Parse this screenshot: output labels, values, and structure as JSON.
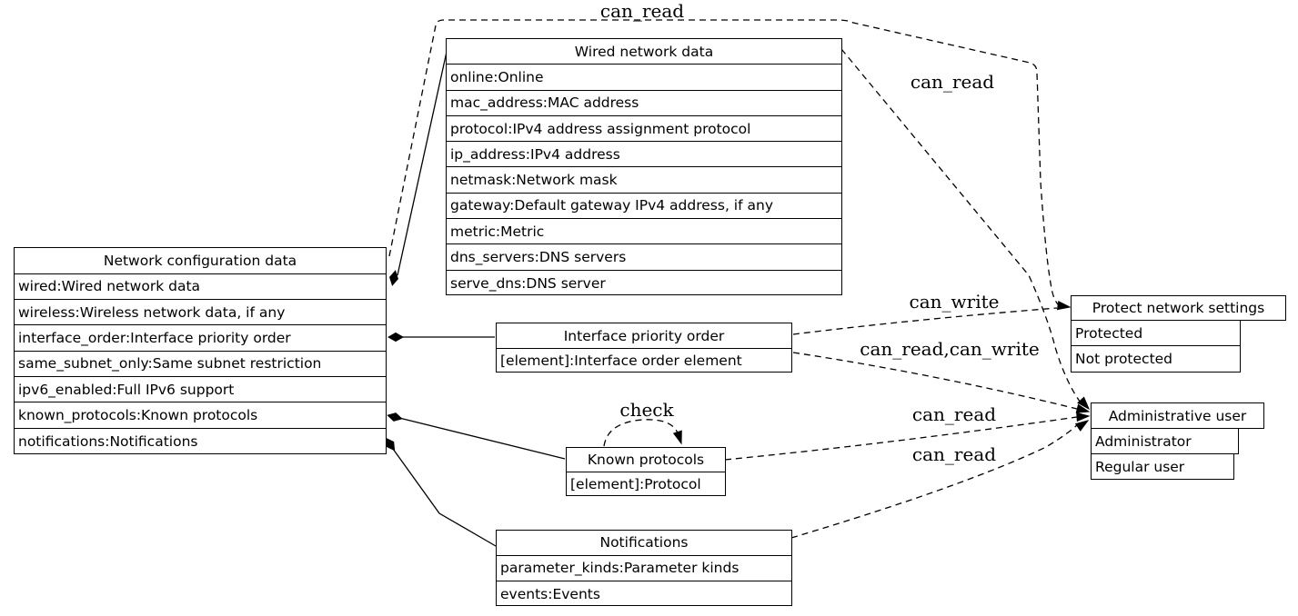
{
  "boxes": {
    "config": {
      "title": "Network configuration data",
      "rows": [
        "wired:Wired network data",
        "wireless:Wireless network data, if any",
        "interface_order:Interface priority order",
        "same_subnet_only:Same subnet restriction",
        "ipv6_enabled:Full IPv6 support",
        "known_protocols:Known protocols",
        "notifications:Notifications"
      ]
    },
    "wired": {
      "title": "Wired network data",
      "rows": [
        "online:Online",
        "mac_address:MAC address",
        "protocol:IPv4 address assignment protocol",
        "ip_address:IPv4 address",
        "netmask:Network mask",
        "gateway:Default gateway IPv4 address, if any",
        "metric:Metric",
        "dns_servers:DNS servers",
        "serve_dns:DNS server"
      ]
    },
    "iface_order": {
      "title": "Interface priority order",
      "rows": [
        "[element]:Interface order element"
      ]
    },
    "known_protocols": {
      "title": "Known protocols",
      "rows": [
        "[element]:Protocol"
      ]
    },
    "notifications": {
      "title": "Notifications",
      "rows": [
        "parameter_kinds:Parameter kinds",
        "events:Events"
      ]
    },
    "protect": {
      "title": "Protect network settings",
      "rows": [
        "Protected",
        "Not protected"
      ]
    },
    "admin": {
      "title": "Administrative user",
      "rows": [
        "Administrator",
        "Regular user"
      ]
    }
  },
  "edge_labels": {
    "top_can_read": "can_read",
    "wired_can_read": "can_read",
    "can_write": "can_write",
    "can_read_can_write": "can_read,can_write",
    "protocols_can_read": "can_read",
    "notifications_can_read": "can_read",
    "check": "check"
  },
  "colors": {
    "line": "#000000",
    "background": "#ffffff"
  }
}
